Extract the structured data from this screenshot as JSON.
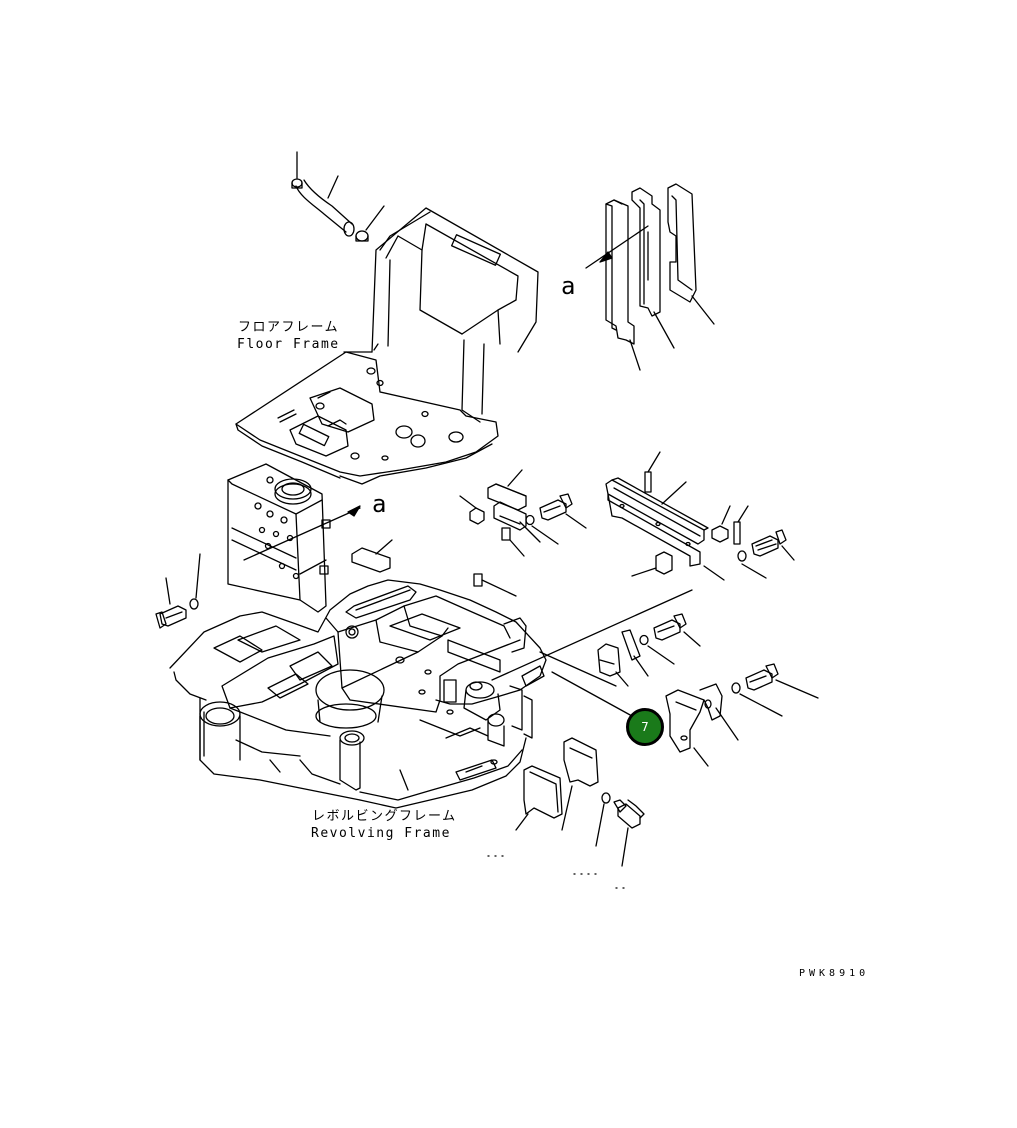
{
  "labels": {
    "floor_frame_jp": "フロアフレーム",
    "floor_frame_en": "Floor Frame",
    "revolving_frame_jp": "レボルビングフレーム",
    "revolving_frame_en": "Revolving Frame",
    "view_mark_top": "a",
    "view_mark_mid": "a",
    "drawing_code": "PWK8910"
  },
  "callout": {
    "number": "7",
    "fill_color": "#1a7a1a"
  },
  "colors": {
    "line": "#000000",
    "background": "#ffffff"
  }
}
